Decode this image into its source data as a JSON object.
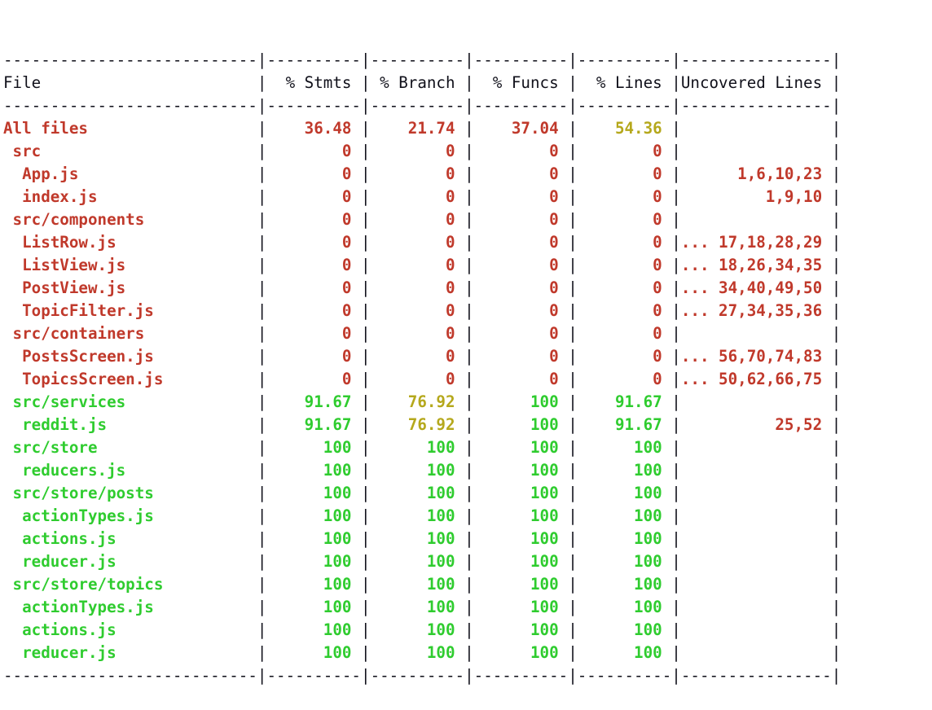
{
  "report": {
    "kind": "istanbul-text-coverage-table",
    "colors": {
      "low": "#c0392b",
      "medium": "#b5a81c",
      "high": "#2fcc2f",
      "neutral": "#10101a",
      "background": "#ffffff"
    },
    "columns": [
      {
        "key": "file",
        "label": "File",
        "width": 27,
        "align": "left"
      },
      {
        "key": "stmts",
        "label": "% Stmts",
        "width": 10,
        "align": "right"
      },
      {
        "key": "branch",
        "label": "% Branch",
        "width": 10,
        "align": "right"
      },
      {
        "key": "funcs",
        "label": "% Funcs",
        "width": 10,
        "align": "right"
      },
      {
        "key": "lines",
        "label": "% Lines",
        "width": 10,
        "align": "right"
      },
      {
        "key": "uncovered",
        "label": "Uncovered Lines",
        "width": 16,
        "align": "right"
      }
    ],
    "rows": [
      {
        "file": "All files",
        "indent": 0,
        "status": "low",
        "stmts": "36.48",
        "branch": "21.74",
        "funcs": "37.04",
        "lines": "54.36",
        "lines_status": "medium",
        "branch_status": "low",
        "uncovered": "",
        "uncovered_status": "low"
      },
      {
        "file": "src",
        "indent": 1,
        "status": "low",
        "stmts": "0",
        "branch": "0",
        "funcs": "0",
        "lines": "0",
        "lines_status": "low",
        "branch_status": "low",
        "uncovered": "",
        "uncovered_status": "low"
      },
      {
        "file": "App.js",
        "indent": 2,
        "status": "low",
        "stmts": "0",
        "branch": "0",
        "funcs": "0",
        "lines": "0",
        "lines_status": "low",
        "branch_status": "low",
        "uncovered": "1,6,10,23",
        "uncovered_status": "low"
      },
      {
        "file": "index.js",
        "indent": 2,
        "status": "low",
        "stmts": "0",
        "branch": "0",
        "funcs": "0",
        "lines": "0",
        "lines_status": "low",
        "branch_status": "low",
        "uncovered": "1,9,10",
        "uncovered_status": "low"
      },
      {
        "file": "src/components",
        "indent": 1,
        "status": "low",
        "stmts": "0",
        "branch": "0",
        "funcs": "0",
        "lines": "0",
        "lines_status": "low",
        "branch_status": "low",
        "uncovered": "",
        "uncovered_status": "low"
      },
      {
        "file": "ListRow.js",
        "indent": 2,
        "status": "low",
        "stmts": "0",
        "branch": "0",
        "funcs": "0",
        "lines": "0",
        "lines_status": "low",
        "branch_status": "low",
        "uncovered": "... 17,18,28,29",
        "uncovered_status": "low"
      },
      {
        "file": "ListView.js",
        "indent": 2,
        "status": "low",
        "stmts": "0",
        "branch": "0",
        "funcs": "0",
        "lines": "0",
        "lines_status": "low",
        "branch_status": "low",
        "uncovered": "... 18,26,34,35",
        "uncovered_status": "low"
      },
      {
        "file": "PostView.js",
        "indent": 2,
        "status": "low",
        "stmts": "0",
        "branch": "0",
        "funcs": "0",
        "lines": "0",
        "lines_status": "low",
        "branch_status": "low",
        "uncovered": "... 34,40,49,50",
        "uncovered_status": "low"
      },
      {
        "file": "TopicFilter.js",
        "indent": 2,
        "status": "low",
        "stmts": "0",
        "branch": "0",
        "funcs": "0",
        "lines": "0",
        "lines_status": "low",
        "branch_status": "low",
        "uncovered": "... 27,34,35,36",
        "uncovered_status": "low"
      },
      {
        "file": "src/containers",
        "indent": 1,
        "status": "low",
        "stmts": "0",
        "branch": "0",
        "funcs": "0",
        "lines": "0",
        "lines_status": "low",
        "branch_status": "low",
        "uncovered": "",
        "uncovered_status": "low"
      },
      {
        "file": "PostsScreen.js",
        "indent": 2,
        "status": "low",
        "stmts": "0",
        "branch": "0",
        "funcs": "0",
        "lines": "0",
        "lines_status": "low",
        "branch_status": "low",
        "uncovered": "... 56,70,74,83",
        "uncovered_status": "low"
      },
      {
        "file": "TopicsScreen.js",
        "indent": 2,
        "status": "low",
        "stmts": "0",
        "branch": "0",
        "funcs": "0",
        "lines": "0",
        "lines_status": "low",
        "branch_status": "low",
        "uncovered": "... 50,62,66,75",
        "uncovered_status": "low"
      },
      {
        "file": "src/services",
        "indent": 1,
        "status": "high",
        "stmts": "91.67",
        "branch": "76.92",
        "funcs": "100",
        "lines": "91.67",
        "lines_status": "high",
        "branch_status": "medium",
        "uncovered": "",
        "uncovered_status": "low"
      },
      {
        "file": "reddit.js",
        "indent": 2,
        "status": "high",
        "stmts": "91.67",
        "branch": "76.92",
        "funcs": "100",
        "lines": "91.67",
        "lines_status": "high",
        "branch_status": "medium",
        "uncovered": "25,52",
        "uncovered_status": "low"
      },
      {
        "file": "src/store",
        "indent": 1,
        "status": "high",
        "stmts": "100",
        "branch": "100",
        "funcs": "100",
        "lines": "100",
        "lines_status": "high",
        "branch_status": "high",
        "uncovered": "",
        "uncovered_status": "low"
      },
      {
        "file": "reducers.js",
        "indent": 2,
        "status": "high",
        "stmts": "100",
        "branch": "100",
        "funcs": "100",
        "lines": "100",
        "lines_status": "high",
        "branch_status": "high",
        "uncovered": "",
        "uncovered_status": "low"
      },
      {
        "file": "src/store/posts",
        "indent": 1,
        "status": "high",
        "stmts": "100",
        "branch": "100",
        "funcs": "100",
        "lines": "100",
        "lines_status": "high",
        "branch_status": "high",
        "uncovered": "",
        "uncovered_status": "low"
      },
      {
        "file": "actionTypes.js",
        "indent": 2,
        "status": "high",
        "stmts": "100",
        "branch": "100",
        "funcs": "100",
        "lines": "100",
        "lines_status": "high",
        "branch_status": "high",
        "uncovered": "",
        "uncovered_status": "low"
      },
      {
        "file": "actions.js",
        "indent": 2,
        "status": "high",
        "stmts": "100",
        "branch": "100",
        "funcs": "100",
        "lines": "100",
        "lines_status": "high",
        "branch_status": "high",
        "uncovered": "",
        "uncovered_status": "low"
      },
      {
        "file": "reducer.js",
        "indent": 2,
        "status": "high",
        "stmts": "100",
        "branch": "100",
        "funcs": "100",
        "lines": "100",
        "lines_status": "high",
        "branch_status": "high",
        "uncovered": "",
        "uncovered_status": "low"
      },
      {
        "file": "src/store/topics",
        "indent": 1,
        "status": "high",
        "stmts": "100",
        "branch": "100",
        "funcs": "100",
        "lines": "100",
        "lines_status": "high",
        "branch_status": "high",
        "uncovered": "",
        "uncovered_status": "low"
      },
      {
        "file": "actionTypes.js",
        "indent": 2,
        "status": "high",
        "stmts": "100",
        "branch": "100",
        "funcs": "100",
        "lines": "100",
        "lines_status": "high",
        "branch_status": "high",
        "uncovered": "",
        "uncovered_status": "low"
      },
      {
        "file": "actions.js",
        "indent": 2,
        "status": "high",
        "stmts": "100",
        "branch": "100",
        "funcs": "100",
        "lines": "100",
        "lines_status": "high",
        "branch_status": "high",
        "uncovered": "",
        "uncovered_status": "low"
      },
      {
        "file": "reducer.js",
        "indent": 2,
        "status": "high",
        "stmts": "100",
        "branch": "100",
        "funcs": "100",
        "lines": "100",
        "lines_status": "high",
        "branch_status": "high",
        "uncovered": "",
        "uncovered_status": "low"
      }
    ]
  }
}
